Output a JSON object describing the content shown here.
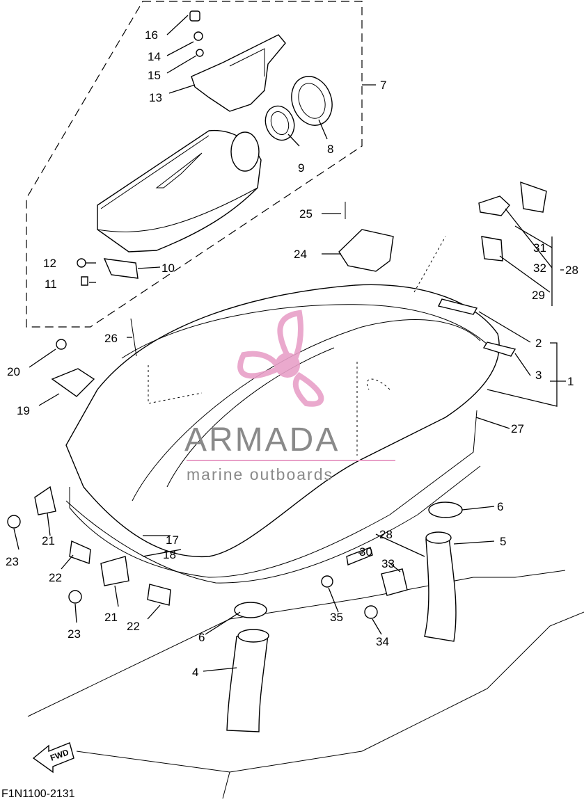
{
  "diagram": {
    "code": "F1N1100-2131",
    "direction_label": "FWD",
    "callouts": [
      "1",
      "2",
      "3",
      "4",
      "5",
      "6",
      "6",
      "7",
      "8",
      "9",
      "10",
      "11",
      "12",
      "13",
      "14",
      "15",
      "16",
      "17",
      "18",
      "19",
      "20",
      "21",
      "21",
      "22",
      "22",
      "23",
      "23",
      "24",
      "25",
      "26",
      "27",
      "28",
      "28",
      "29",
      "30",
      "31",
      "32",
      "33",
      "34",
      "35"
    ]
  },
  "watermark": {
    "brand": "ARMADA",
    "tagline": "marine outboards",
    "accent_color": "#e8a0c8",
    "text_color": "#8a8a8a",
    "logo": "propeller-logo-icon"
  }
}
